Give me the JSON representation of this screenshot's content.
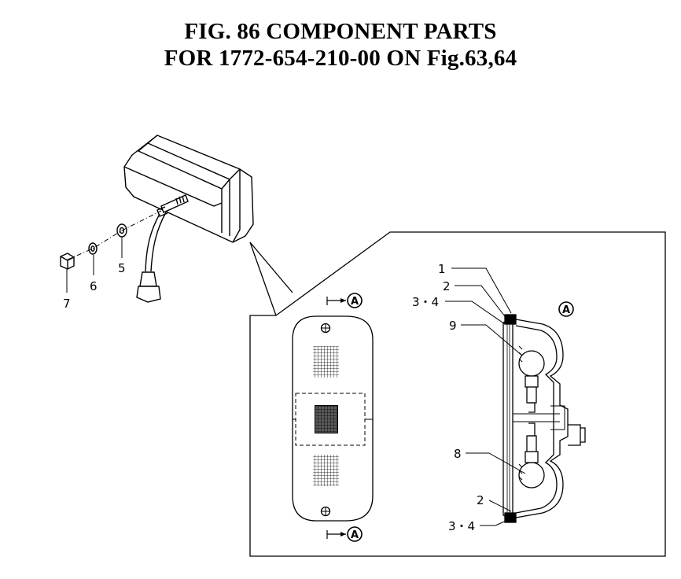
{
  "title": {
    "line1": "FIG. 86  COMPONENT PARTS",
    "line2": "FOR 1772-654-210-00 ON Fig.63,64"
  },
  "callouts": {
    "part_1": "1",
    "part_2_top": "2",
    "part_34_top": "3・4",
    "part_9": "9",
    "part_8": "8",
    "part_2_bottom": "2",
    "part_34_bottom": "3・4",
    "part_5": "5",
    "part_6": "6",
    "part_7": "7"
  },
  "section_markers": {
    "top": "A",
    "bottom": "A",
    "side": "A"
  }
}
